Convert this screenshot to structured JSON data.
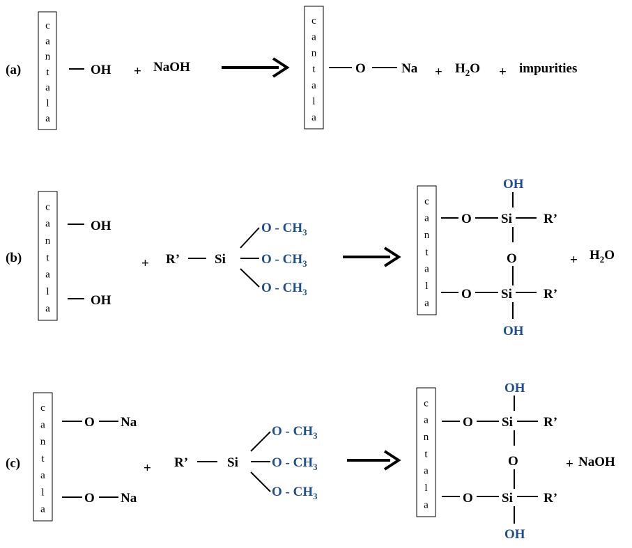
{
  "colors": {
    "black": "#000000",
    "blue": "#1f4e8c"
  },
  "box_word": [
    "c",
    "a",
    "n",
    "t",
    "a",
    "l",
    "a"
  ],
  "reaction_a": {
    "label": "(a)",
    "oh": "OH",
    "plus1": "+",
    "naoh": "NaOH",
    "o": "O",
    "na": "Na",
    "plus2": "+",
    "h2o_h": "H",
    "h2o_sub": "2",
    "h2o_o": "O",
    "plus3": "+",
    "impurities": "impurities"
  },
  "reaction_b": {
    "label": "(b)",
    "oh_top": "OH",
    "oh_bottom": "OH",
    "plus1": "+",
    "r": "R’",
    "si": "Si",
    "ome": [
      "O - CH",
      "O - CH",
      "O - CH"
    ],
    "me_sub": "3",
    "prod_oh_top": "OH",
    "prod_o_top": "O",
    "prod_si_top": "Si",
    "prod_r_top": "R’",
    "prod_bridge_o": "O",
    "prod_o_bottom": "O",
    "prod_si_bottom": "Si",
    "prod_r_bottom": "R’",
    "prod_oh_bottom": "OH",
    "plus2": "+",
    "h2o_h": "H",
    "h2o_sub": "2",
    "h2o_o": "O"
  },
  "reaction_c": {
    "label": "(c)",
    "o_top": "O",
    "na_top": "Na",
    "o_bottom": "O",
    "na_bottom": "Na",
    "plus1": "+",
    "r": "R’",
    "si": "Si",
    "ome": [
      "O - CH",
      "O - CH",
      "O - CH"
    ],
    "me_sub": "3",
    "prod_oh_top": "OH",
    "prod_o_top": "O",
    "prod_si_top": "Si",
    "prod_r_top": "R’",
    "prod_bridge_o": "O",
    "prod_o_bottom": "O",
    "prod_si_bottom": "Si",
    "prod_r_bottom": "R’",
    "prod_oh_bottom": "OH",
    "plus2": "+",
    "naoh": "NaOH"
  }
}
